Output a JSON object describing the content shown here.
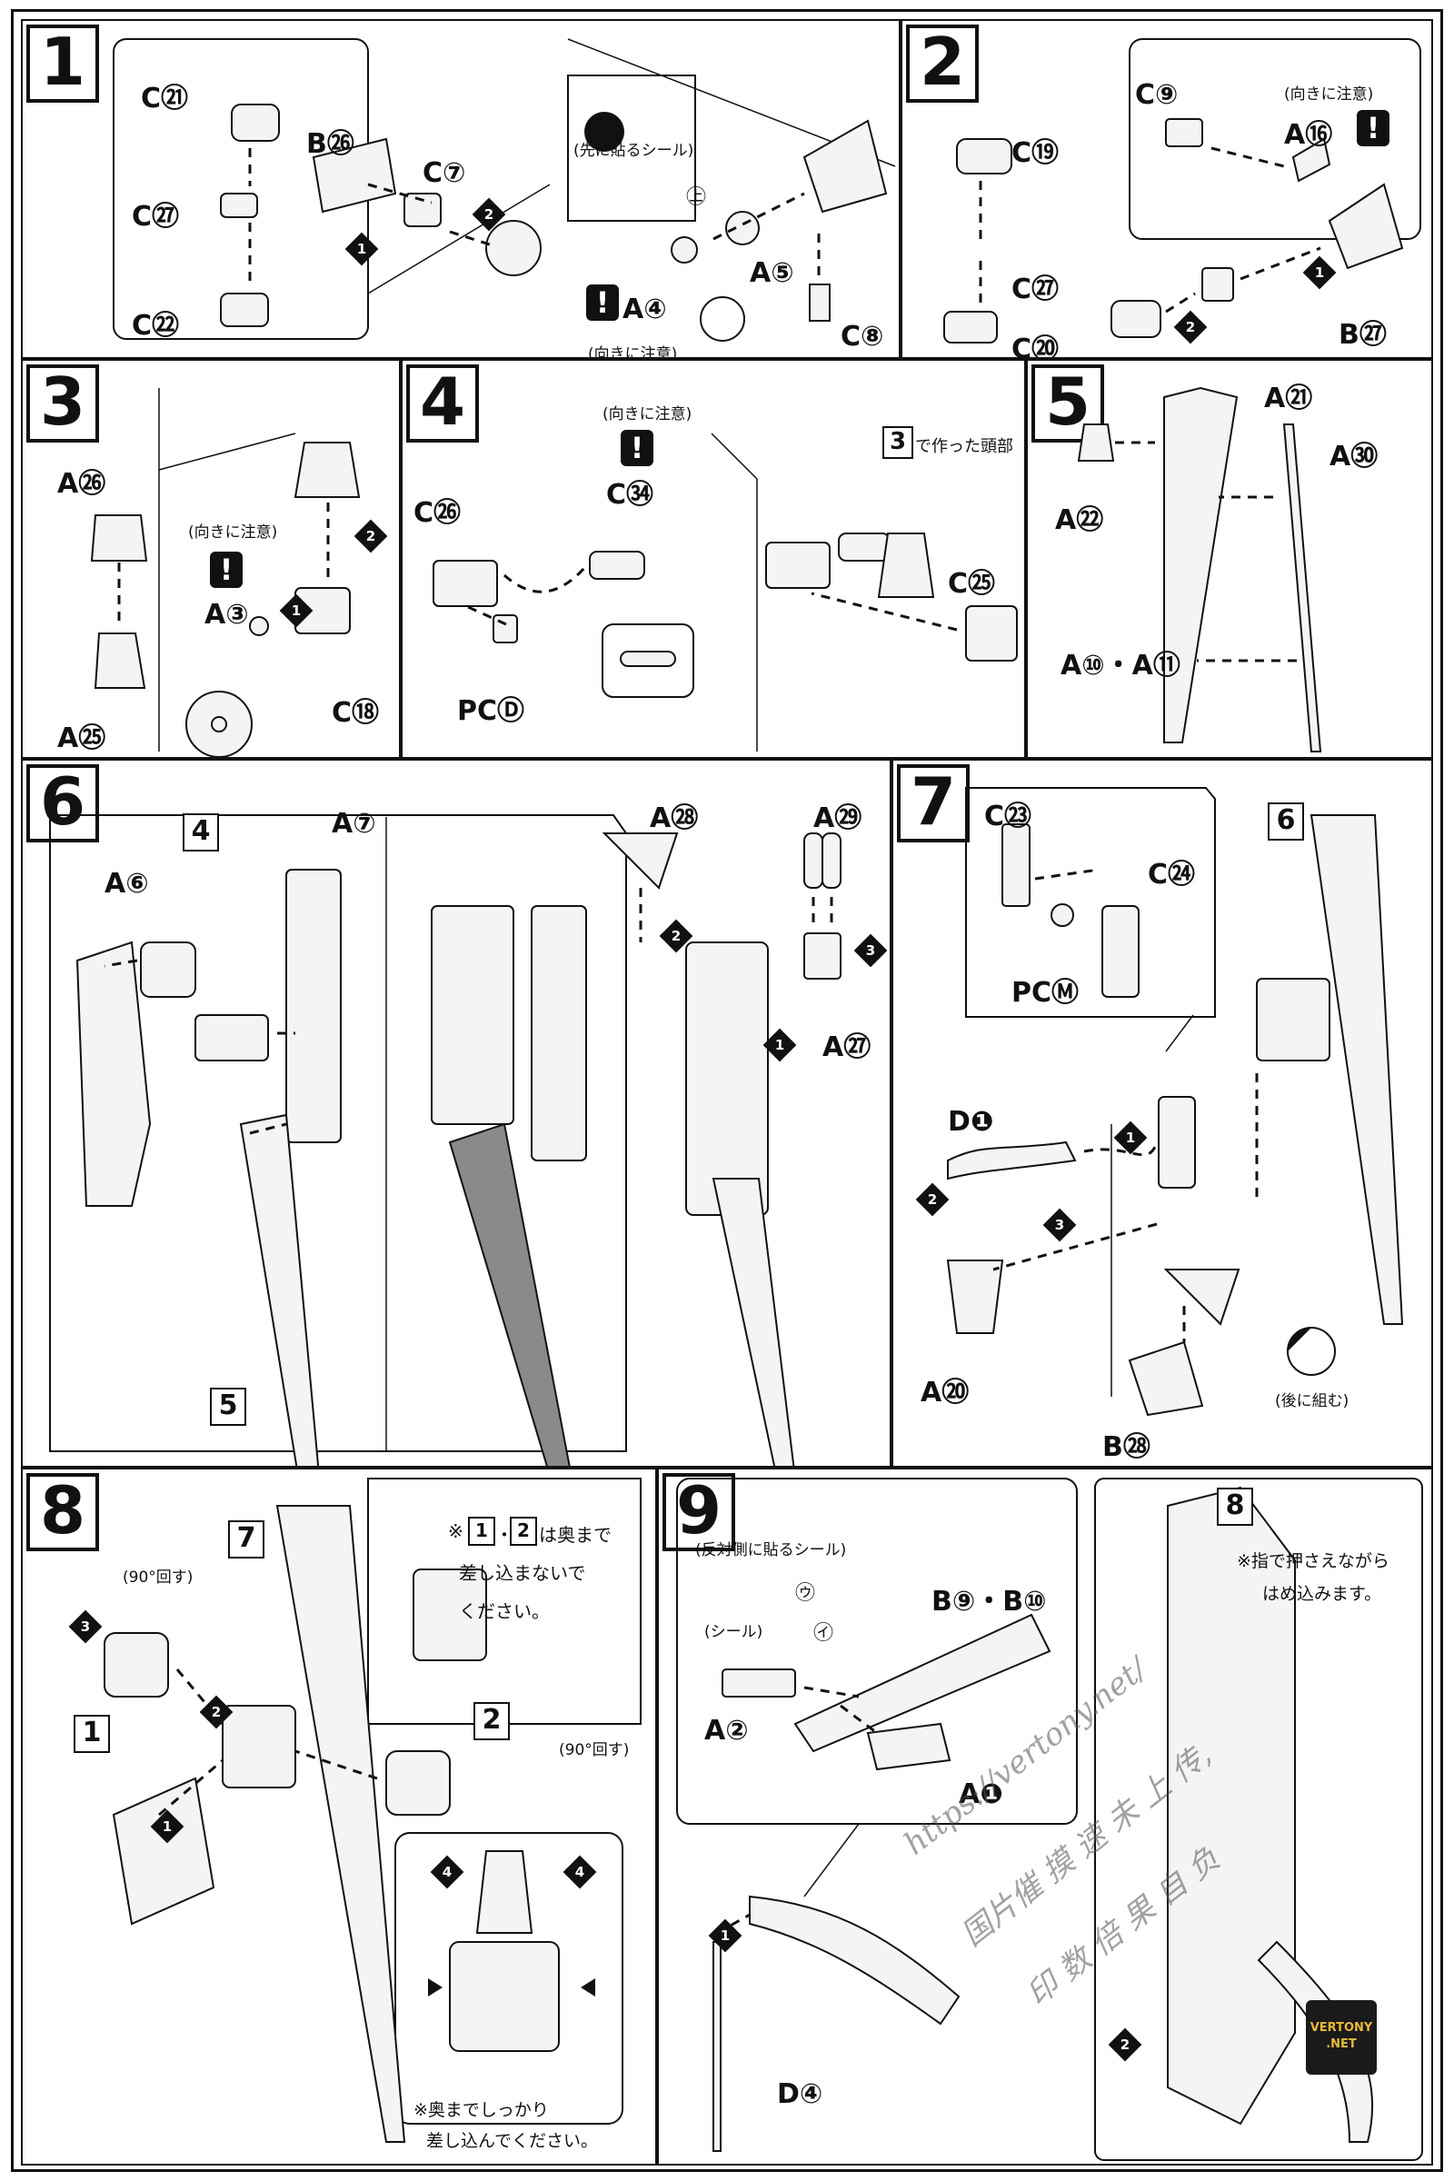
{
  "steps": {
    "s1": {
      "num": "1",
      "labels": [
        "C㉑",
        "C㉗",
        "C㉒",
        "B㉖",
        "C⑦",
        "A⑤",
        "A④",
        "C⑧"
      ],
      "sticker_first": "(先に貼るシール)",
      "orient_note": "(向きに注意)",
      "sticker_code": "㊤"
    },
    "s2": {
      "num": "2",
      "labels": [
        "C⑲",
        "C㉗",
        "C⑳",
        "C⑨",
        "A⑯",
        "B㉗"
      ],
      "orient_note": "(向きに注意)"
    },
    "s3": {
      "num": "3",
      "labels": [
        "A㉖",
        "A㉕",
        "A③",
        "C⑱"
      ],
      "orient_note": "(向きに注意)"
    },
    "s4": {
      "num": "4",
      "labels": [
        "C㉖",
        "C㉞",
        "PCⒹ",
        "C㉕"
      ],
      "orient_note": "(向きに注意)",
      "head_ref": "3",
      "head_note": "で作った頭部"
    },
    "s5": {
      "num": "5",
      "labels": [
        "A㉑",
        "A㉚",
        "A㉒",
        "A⑩・A⑪"
      ]
    },
    "s6": {
      "num": "6",
      "labels": [
        "A⑥",
        "A⑦",
        "A㉘",
        "A㉙",
        "A㉗"
      ],
      "ref_a": "4",
      "ref_b": "5"
    },
    "s7": {
      "num": "7",
      "labels": [
        "C㉓",
        "C㉔",
        "PCⓂ",
        "D❶",
        "A⑳",
        "B㉘"
      ],
      "ref": "6",
      "back_note": "(後に組む)"
    },
    "s8": {
      "num": "8",
      "ref": "7",
      "ref_1": "1",
      "ref_2": "2",
      "rotate_note": "(90°回す)",
      "rotate_note2": "(90°回す)",
      "warn_note_1": "※",
      "warn_note_2": "・",
      "warn_note_3": "は奥まで",
      "warn_note_4": "差し込まないで",
      "warn_note_5": "ください。",
      "bottom_note_1": "※奥までしっかり",
      "bottom_note_2": "差し込んでください。"
    },
    "s9": {
      "num": "9",
      "labels": [
        "B⑨・B⑩",
        "A②",
        "A❶",
        "D④"
      ],
      "sticker_note": "(反対側に貼るシール)",
      "seal_u": "㋒",
      "seal_i": "㋑",
      "seal_word": "(シール)",
      "ref": "8",
      "press_note_1": "※指で押さえながら",
      "press_note_2": "はめ込みます。"
    }
  },
  "watermark": {
    "url": "https://vertony.net/",
    "line2": "国片催 摸 速 未 上 传,",
    "line3": "印 数 倍 果 自 负"
  },
  "logo": {
    "line1": "VERTONY",
    "line2": ".NET"
  }
}
